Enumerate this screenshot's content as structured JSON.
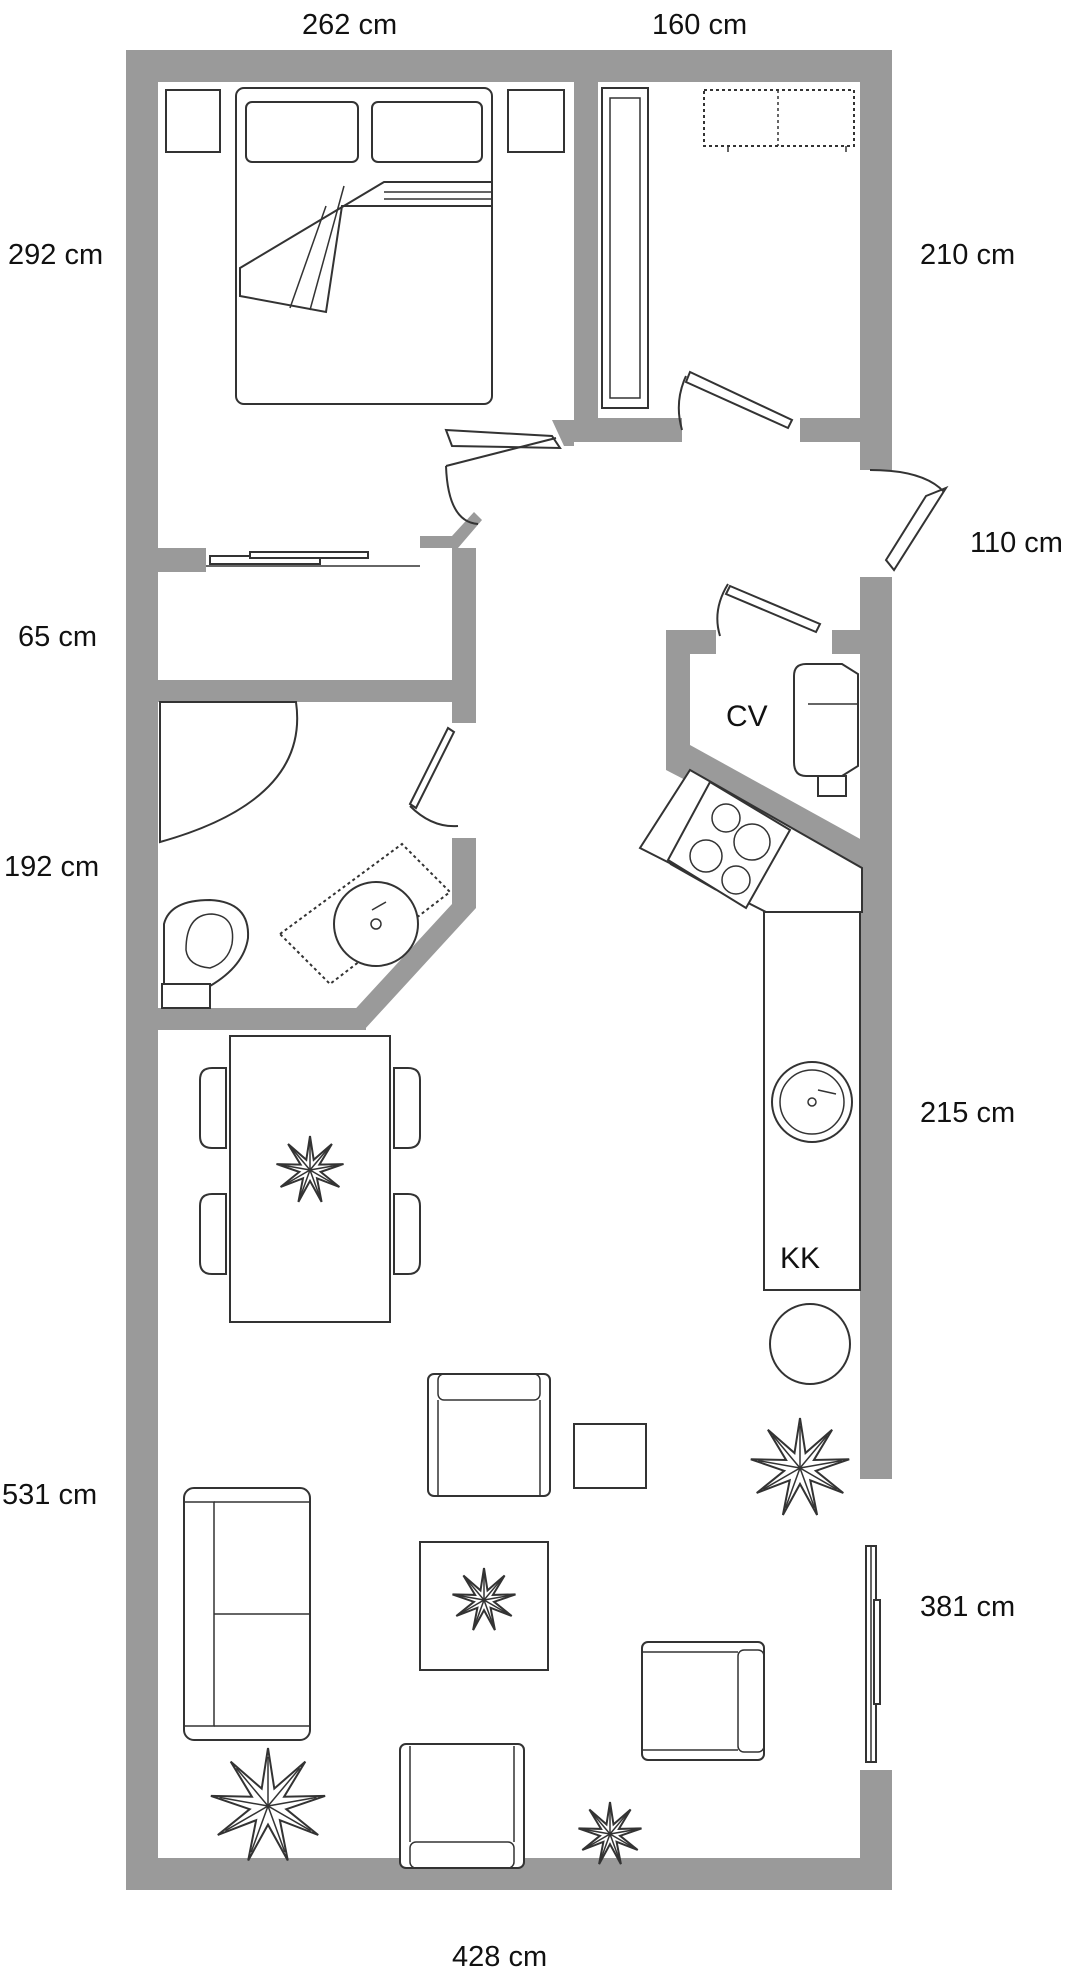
{
  "plan": {
    "dimensions": {
      "top_left": "262 cm",
      "top_right": "160 cm",
      "left_bedroom": "292 cm",
      "right_closet": "210 cm",
      "right_entry": "110 cm",
      "left_hall": "65 cm",
      "left_bathroom": "192 cm",
      "right_kitchen": "215 cm",
      "left_living": "531 cm",
      "right_window": "381 cm",
      "bottom": "428 cm"
    },
    "rooms": {
      "boiler": "CV",
      "fridge": "KK"
    },
    "colors": {
      "wall": "#9a9a9a",
      "outline": "#333333",
      "background": "#ffffff"
    }
  }
}
